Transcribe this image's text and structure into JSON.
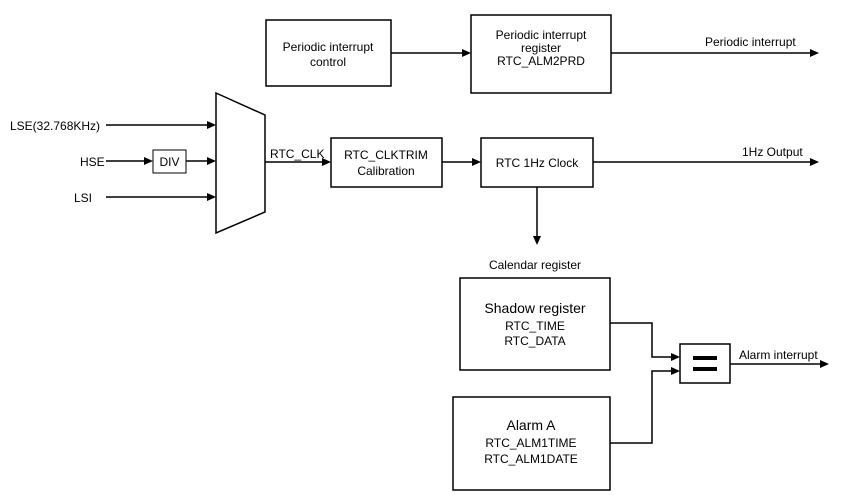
{
  "blocks": {
    "periodic_control": [
      "Periodic interrupt",
      "control"
    ],
    "periodic_register": [
      "Periodic interrupt",
      "register",
      "RTC_ALM2PRD"
    ],
    "div": "DIV",
    "calibration": [
      "RTC_CLKTRIM",
      "Calibration"
    ],
    "clock": "RTC 1Hz  Clock",
    "shadow": [
      "Shadow register",
      "RTC_TIME",
      "RTC_DATA"
    ],
    "alarm": [
      "Alarm  A",
      "RTC_ALM1TIME",
      "RTC_ALM1DATE"
    ],
    "comparator": "="
  },
  "inputs": {
    "lse": "LSE(32.768KHz)",
    "hse": "HSE",
    "lsi": "LSI"
  },
  "signals": {
    "rtc_clk": "RTC_CLK",
    "periodic_interrupt": "Periodic interrupt",
    "one_hz_output": "1Hz Output",
    "alarm_interrupt": "Alarm interrupt",
    "calendar_register": "Calendar register"
  }
}
